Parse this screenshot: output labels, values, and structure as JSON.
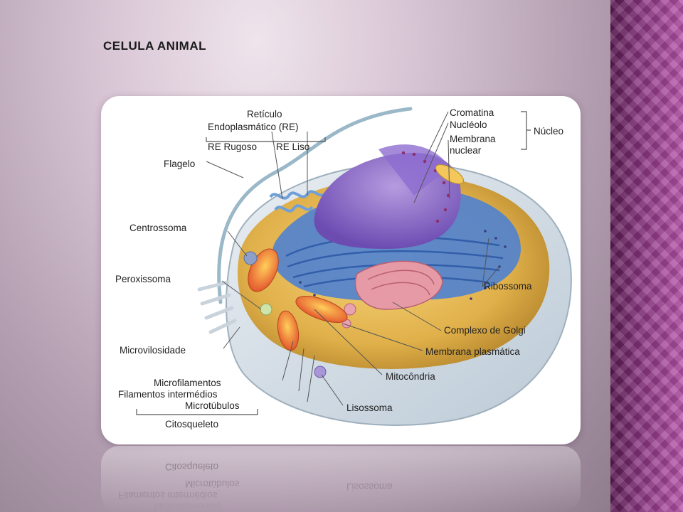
{
  "slide": {
    "title": "CELULA ANIMAL"
  },
  "diagram": {
    "labels": {
      "reticulo": "Retículo",
      "endoplasmatico": "Endoplasmático (RE)",
      "re_rugoso": "RE Rugoso",
      "re_liso": "RE Liso",
      "flagelo": "Flagelo",
      "centrossoma": "Centrossoma",
      "peroxissoma": "Peroxissoma",
      "microvilosidade": "Microvilosidade",
      "microfilamentos": "Microfilamentos",
      "filamentos_intermedios": "Filamentos intermédios",
      "microtubulos": "Microtúbulos",
      "citosqueleto": "Citosqueleto",
      "cromatina": "Cromatina",
      "nucleolo": "Nucléolo",
      "membrana": "Membrana",
      "nuclear": "nuclear",
      "nucleo": "Núcleo",
      "ribossoma": "Ribossoma",
      "complexo_golgi": "Complexo de Golgi",
      "membrana_plasmatica": "Membrana plasmática",
      "mitocondria": "Mitocôndria",
      "lisossoma": "Lisossoma"
    },
    "reflection_labels": {
      "citosqueleto": "Citosqueleto",
      "microtubulos": "Microtúbulos",
      "filamentos_intermedios": "Filamentos intermédios",
      "microfilamentos": "Microfilamentos",
      "lisossoma": "Lisossoma"
    }
  }
}
